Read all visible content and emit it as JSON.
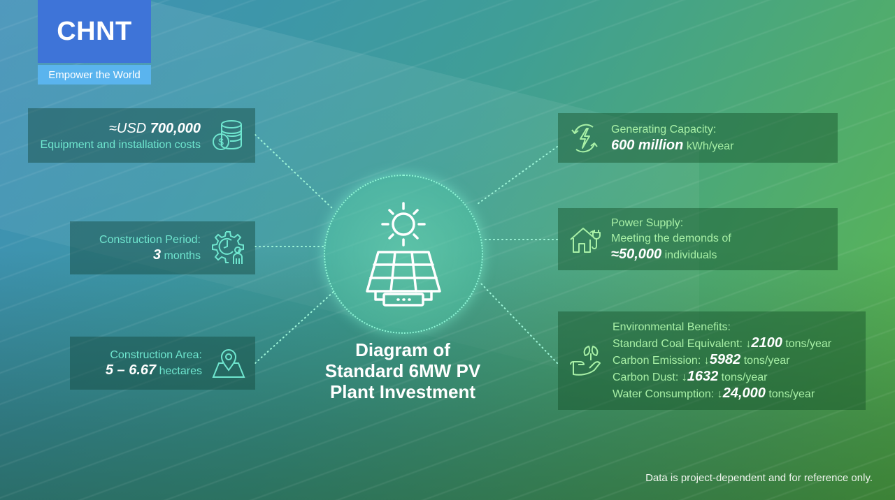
{
  "brand": {
    "name": "CHNT",
    "tagline": "Empower the World",
    "primary_color": "#3e74d8",
    "secondary_color": "#5ab4ee",
    "accent_dot_color": "#e23a2e"
  },
  "title": {
    "line1": "Diagram of",
    "line2": "Standard 6MW PV",
    "line3": "Plant Investment"
  },
  "left_cards": [
    {
      "id": "cost",
      "icon": "coins-dollar-icon",
      "value_prefix": "≈USD ",
      "value": "700,000",
      "label": "Equipment and installation costs"
    },
    {
      "id": "period",
      "icon": "gear-clock-person-icon",
      "label": "Construction Period:",
      "value": "3",
      "unit": "months"
    },
    {
      "id": "area",
      "icon": "map-pin-icon",
      "label": "Construction Area:",
      "value": "5 – 6.67",
      "unit": "hectares"
    }
  ],
  "right_cards": [
    {
      "id": "capacity",
      "icon": "renewable-lightning-icon",
      "label": "Generating Capacity:",
      "value": "600 million",
      "unit": "kWh/year"
    },
    {
      "id": "supply",
      "icon": "house-plug-icon",
      "label": "Power Supply:",
      "sublabel": "Meeting the demonds of",
      "value": "≈50,000",
      "unit": "individuals"
    },
    {
      "id": "environment",
      "icon": "hand-leaf-icon",
      "label": "Environmental Benefits:",
      "arrow": "↓",
      "items": [
        {
          "name": "Standard Coal Equivalent:",
          "value": "2100",
          "unit": "tons/year"
        },
        {
          "name": "Carbon Emission:",
          "value": "5982",
          "unit": "tons/year"
        },
        {
          "name": "Carbon Dust:",
          "value": "1632",
          "unit": "tons/year"
        },
        {
          "name": "Water Consumption:",
          "value": "24,000",
          "unit": "tons/year"
        }
      ]
    }
  ],
  "center_icon": "solar-panel-sun-icon",
  "footnote": "Data is project-dependent and for reference only."
}
